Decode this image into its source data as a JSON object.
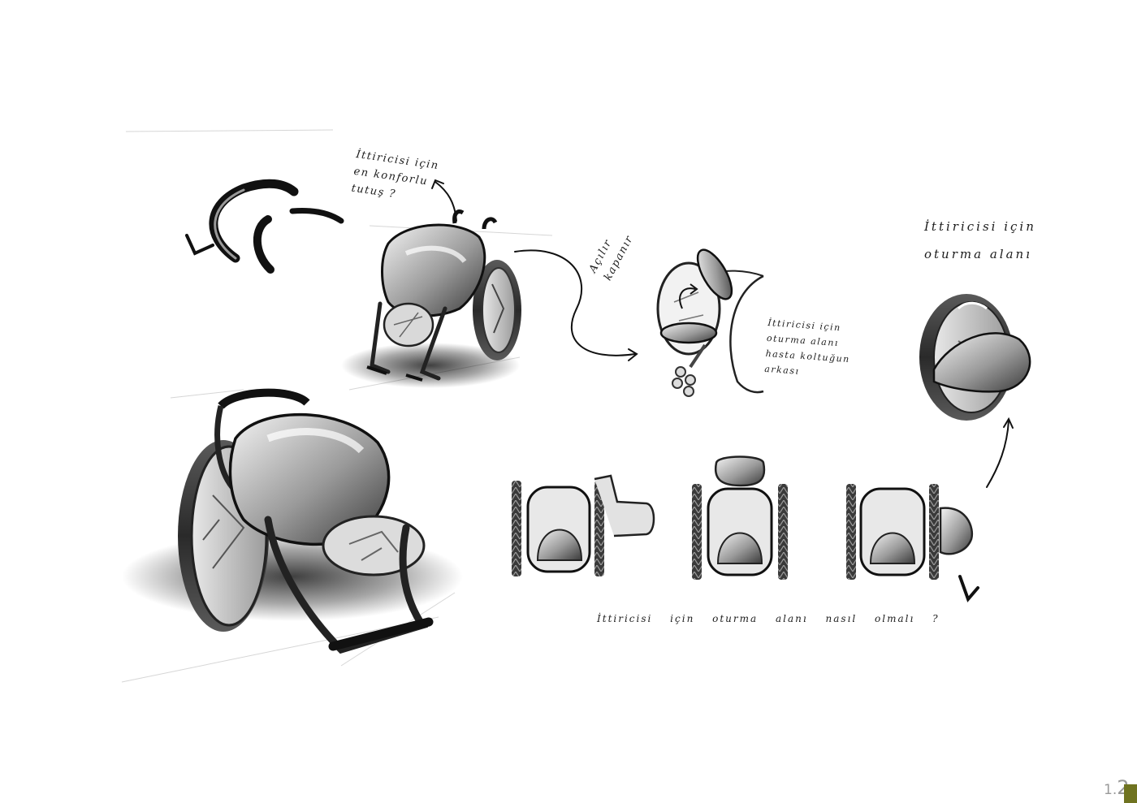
{
  "notes": {
    "grip_question": [
      "İttiricisi için",
      "en konforlu",
      "tutuş ?"
    ],
    "folding": [
      "Açılır",
      "kapanır"
    ],
    "seat_behind": [
      "İttiricisi için",
      "oturma alanı",
      "hasta koltuğun",
      "arkası"
    ],
    "seat_side": [
      "İttiricisi için",
      "oturma alanı"
    ],
    "seat_question": "İttiricisi için oturma alanı nasıl olmalı ?"
  },
  "page_number": {
    "main": "1.",
    "big": "2"
  },
  "colors": {
    "ink": "#1c1c1c",
    "accent": "#6f7320",
    "page_number": "#9a9a9a"
  }
}
